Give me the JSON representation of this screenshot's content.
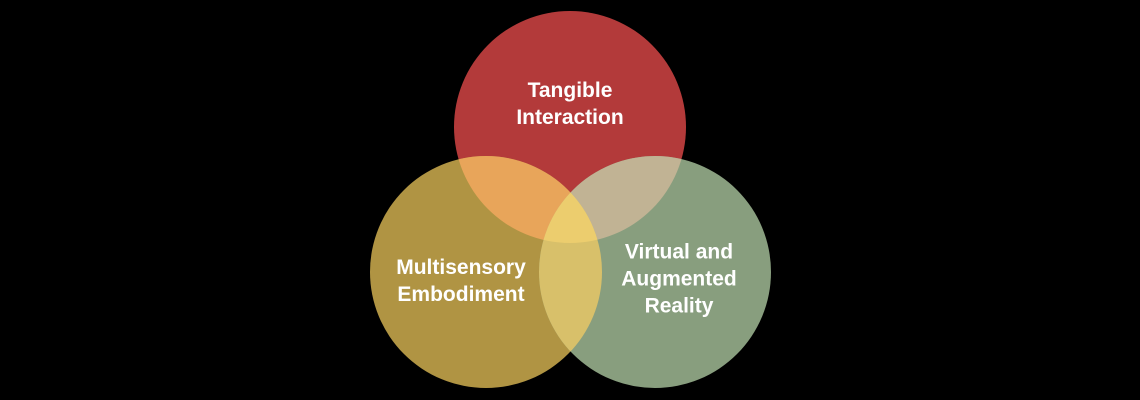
{
  "diagram": {
    "circles": [
      {
        "id": "top",
        "label": "Tangible\nInteraction",
        "color": "#b33a3a"
      },
      {
        "id": "left",
        "label": "Multisensory\nEmbodiment",
        "color": "#b09443"
      },
      {
        "id": "right",
        "label": "Virtual and\nAugmented\nReality",
        "color": "#889e7e"
      }
    ],
    "overlaps": {
      "top_left": "#e8a55a",
      "top_right": "#c1b394",
      "left_right": "#d8c06a",
      "center": "#eccd6e"
    },
    "background": "#000000"
  }
}
